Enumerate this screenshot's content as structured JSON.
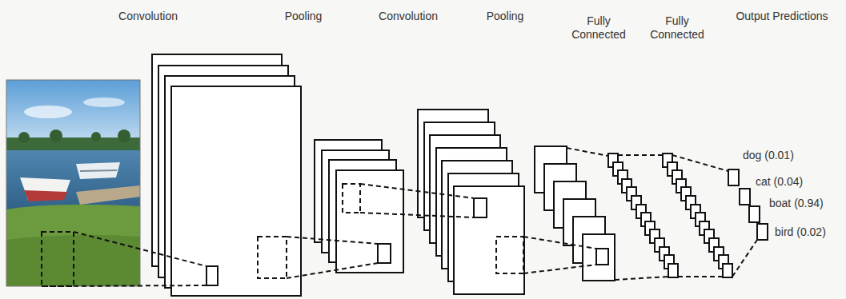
{
  "diagram": {
    "labels": [
      "Convolution",
      "Pooling",
      "Convolution",
      "Pooling",
      "Fully Connected",
      "Fully Connected",
      "Output Predictions",
      "dog (0.01)",
      "cat (0.04)",
      "boat (0.94)",
      "bird (0.02)"
    ]
  }
}
